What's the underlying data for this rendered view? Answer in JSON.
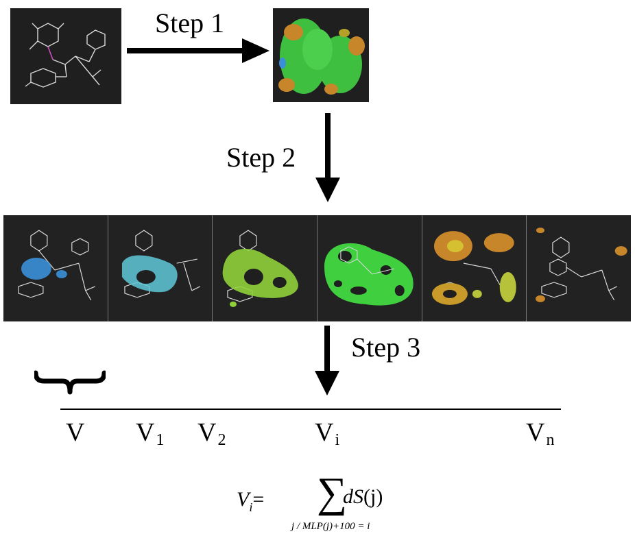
{
  "steps": {
    "step1": "Step 1",
    "step2": "Step 2",
    "step3": "Step 3"
  },
  "axis": {
    "labels": [
      {
        "main": "V",
        "sub": ""
      },
      {
        "main": "V",
        "sub": "1"
      },
      {
        "main": "V",
        "sub": "2"
      },
      {
        "main": "V",
        "sub": "i"
      },
      {
        "main": "V",
        "sub": "n"
      }
    ]
  },
  "formula": {
    "lhs": "V",
    "lhs_sub": "i",
    "equals": "=",
    "sum": "∑",
    "summand": "dS",
    "arg": "(j)",
    "limits": "j / MLP(j)+100 = i"
  },
  "colors": {
    "panel_bg": "#1f1f1f",
    "surface_green": "#3fbf3f",
    "surface_orange": "#c8862a",
    "surface_blue": "#3a8fd8",
    "surface_cyan": "#5ec8d8",
    "surface_yellow": "#b5c23a",
    "wire": "#d8d8d8"
  }
}
